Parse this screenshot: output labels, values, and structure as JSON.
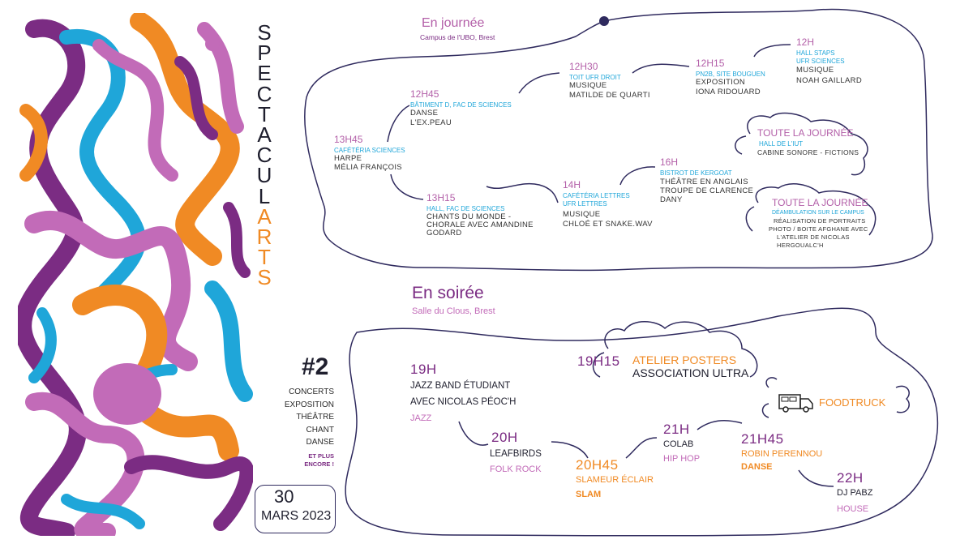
{
  "poster": {
    "title_letters": [
      "S",
      "P",
      "E",
      "C",
      "T",
      "A",
      "C",
      "U",
      "L",
      "A",
      "R",
      "T",
      "S"
    ],
    "edition": "#2",
    "genres": [
      "CONCERTS",
      "EXPOSITION",
      "THÉÂTRE",
      "CHANT",
      "DANSE"
    ],
    "more": [
      "ET PLUS",
      "ENCORE !"
    ],
    "date_day": "30",
    "date_month_year": "MARS 2023"
  },
  "day": {
    "heading": "En journée",
    "place": "Campus de l'UBO, Brest",
    "events": [
      {
        "time": "13H45",
        "place": "CAFÉTÉRIA SCIENCES",
        "acts": [
          "HARPE",
          "MÉLIA FRANÇOIS"
        ]
      },
      {
        "time": "12H45",
        "place": "BÂtiment D, fac de sciences",
        "acts": [
          "DANSE",
          "L'EX.PEAU"
        ]
      },
      {
        "time": "12H30",
        "place": "toit UFR Droit",
        "acts": [
          "MUSIQUE",
          "MATILDE DE QUARTI"
        ]
      },
      {
        "time": "12H15",
        "place": "PN2B, site Bouguen",
        "acts": [
          "EXPOSITION",
          "IONA RIDOUARD"
        ]
      },
      {
        "time": "12H",
        "place": "HALL STAPS",
        "place2": "UFR SCIENCES",
        "acts": [
          "MUSIQUE",
          "NOAH GAILLARD"
        ]
      },
      {
        "time": "13H15",
        "place": "HALL, FAC DE SCIENCES",
        "acts": [
          "CHANTS DU MONDE -",
          "CHORALE AVEC AMANDINE",
          "GODARD"
        ]
      },
      {
        "time": "14H",
        "place": "CAFÉTÉRIA LETTRES",
        "place2": "UFR LETTRES",
        "acts": [
          "MUSIQUE",
          "CHLOÉ ET SNAKE.WAV"
        ]
      },
      {
        "time": "16H",
        "place": "BISTROT DE KERGOAT",
        "acts": [
          "THÉÂTRE EN ANGLAIS",
          "TROUPE DE CLARENCE",
          "DANY"
        ]
      },
      {
        "time": "TOUTE LA JOURNÉE",
        "place": "HALL DE L'IUT",
        "acts": [
          "CABINE SONORE - FICTIONS"
        ]
      },
      {
        "time": "TOUTE LA JOURNÉE",
        "place": "DÉAMBULATION SUR LE CAMPUS",
        "acts": [
          "RÉALISATION DE PORTRAITS",
          "PHOTO / BOITE AFGHANE AVEC",
          "L'ATELIER DE NICOLAS",
          "HERGOUALC'H"
        ]
      }
    ]
  },
  "night": {
    "heading": "En soirée",
    "place": "Salle du Clous, Brest",
    "events": [
      {
        "time": "19H",
        "lines": [
          "JAZZ BAND ÉTUDIANT",
          "AVEC NICOLAS PÉOC'H"
        ],
        "genre": "JAZZ"
      },
      {
        "time": "19H15",
        "lines": [
          "ATELIER POSTERS",
          "ASSOCIATION ULTRA"
        ]
      },
      {
        "label": "FOODTRUCK"
      },
      {
        "time": "20H",
        "lines": [
          "LEAFBIRDS"
        ],
        "genre": "FOLK ROCK"
      },
      {
        "time": "20H45",
        "lines": [
          "SLAMEUR ÉCLAIR"
        ],
        "genre": "SLAM"
      },
      {
        "time": "21H",
        "lines": [
          "COLAB"
        ],
        "genre": "HIP HOP"
      },
      {
        "time": "21H45",
        "lines": [
          "ROBIN PERENNOU"
        ],
        "genre": "DANSE"
      },
      {
        "time": "22H",
        "lines": [
          "DJ PABZ"
        ],
        "genre": "HOUSE"
      }
    ]
  },
  "colors": {
    "purple": "#7b2c83",
    "orange": "#f08a24",
    "pink": "#c26bb8",
    "cyan": "#1fa6d9",
    "navy": "#2f2a5e"
  }
}
